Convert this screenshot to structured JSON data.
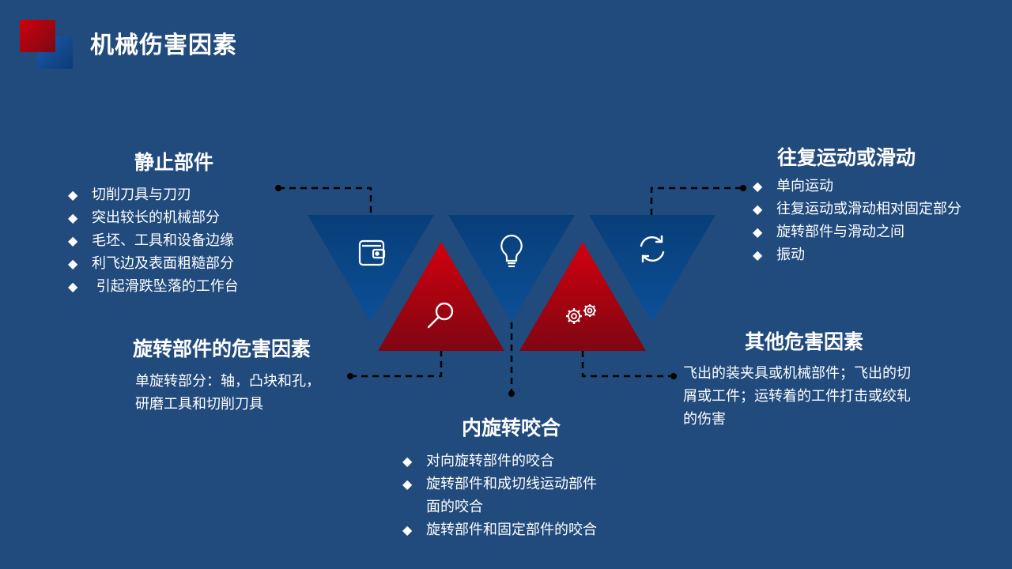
{
  "title": "机械伤害因素",
  "bullet_glyph": "◆",
  "sections": {
    "static": {
      "heading": "静止部件",
      "items": [
        "切削刀具与刀刃",
        "突出较长的机械部分",
        "毛坯、工具和设备边缘",
        "利飞边及表面粗糙部分",
        " 引起滑跌坠落的工作台"
      ]
    },
    "rotating": {
      "heading": "旋转部件的危害因素",
      "text_lines": [
        "单旋转部分：轴，凸块和孔，",
        "研磨工具和切削刀具"
      ]
    },
    "bite": {
      "heading": "内旋转咬合",
      "items": [
        "对向旋转部件的咬合",
        "旋转部件和成切线运动部件",
        "面的咬合",
        "旋转部件和固定部件的咬合"
      ]
    },
    "reciprocating": {
      "heading": "往复运动或滑动",
      "items": [
        "单向运动",
        "往复运动或滑动相对固定部分",
        "旋转部件与滑动之间",
        "振动"
      ]
    },
    "other": {
      "heading": "其他危害因素",
      "text_lines": [
        "飞出的装夹具或机械部件；飞出的切",
        "屑或工件；运转着的工件打击或绞轧",
        "的伤害"
      ]
    }
  },
  "icons": [
    "wallet-icon",
    "search-icon",
    "lightbulb-icon",
    "gears-icon",
    "refresh-icon"
  ],
  "colors": {
    "background": "#214a7d",
    "blue_triangle": "#0a4a8c",
    "red_triangle": "#c00010"
  }
}
